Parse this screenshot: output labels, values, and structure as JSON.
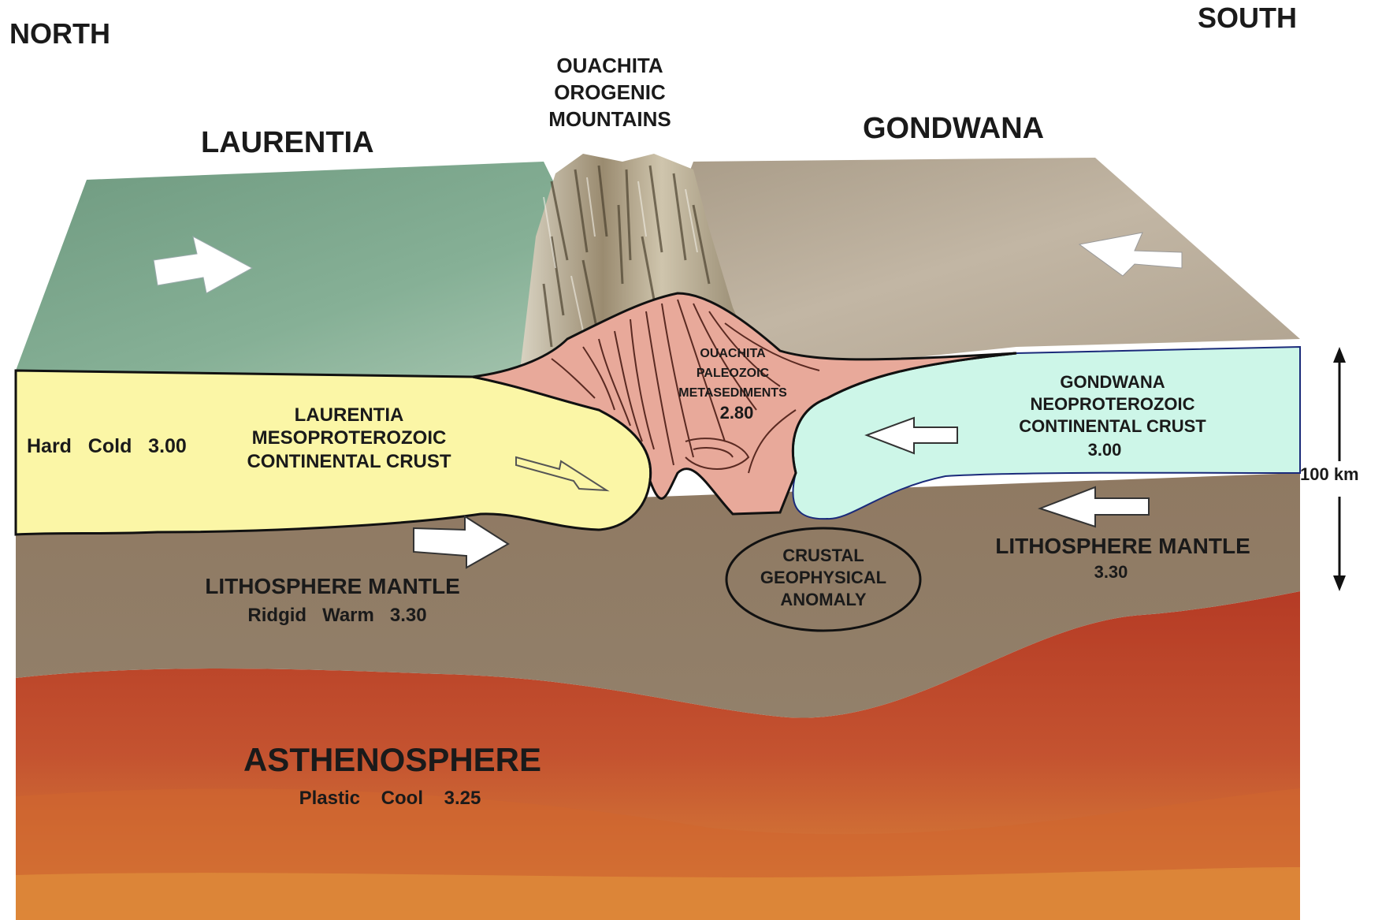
{
  "orientation": {
    "north": "NORTH",
    "south": "SOUTH"
  },
  "surface": {
    "laurentia": "LAURENTIA",
    "gondwana": "GONDWANA",
    "mountains": [
      "OUACHITA",
      "OROGENIC",
      "MOUNTAINS"
    ]
  },
  "crust_laurentia": {
    "lines": [
      "LAURENTIA",
      "MESOPROTEROZOIC",
      "CONTINENTAL CRUST"
    ],
    "properties": "Hard   Cold   3.00"
  },
  "metasediments": {
    "lines": [
      "OUACHITA",
      "PALEOZOIC",
      "METASEDIMENTS"
    ],
    "density": "2.80"
  },
  "crust_gondwana": {
    "lines": [
      "GONDWANA",
      "NEOPROTEROZOIC",
      "CONTINENTAL CRUST"
    ],
    "density": "3.00"
  },
  "mantle_left": {
    "title": "LITHOSPHERE MANTLE",
    "properties": "Ridgid   Warm   3.30"
  },
  "mantle_right": {
    "title": "LITHOSPHERE MANTLE",
    "density": "3.30"
  },
  "anomaly": {
    "lines": [
      "CRUSTAL",
      "GEOPHYSICAL",
      "ANOMALY"
    ]
  },
  "asthenosphere": {
    "title": "ASTHENOSPHERE",
    "properties": "Plastic    Cool    3.25"
  },
  "scale": {
    "label": "100 km"
  },
  "colors": {
    "laurentia_surface": "#7fa88c",
    "gondwana_surface": "#b3a693",
    "laurentia_crust": "#fbf6a6",
    "gondwana_crust": "#cdf6e8",
    "metasediments": "#e8a99a",
    "lithosphere": "#8f7a62",
    "asthenosphere": "#b8402a"
  }
}
